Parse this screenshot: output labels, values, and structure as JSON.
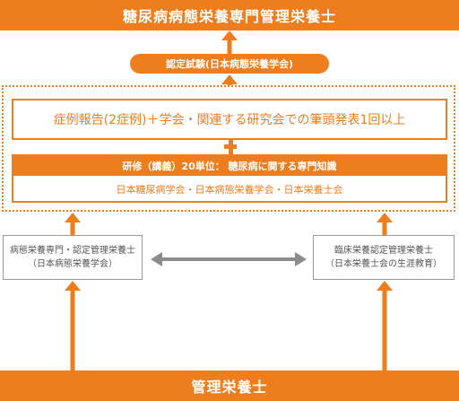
{
  "top_title": "糖尿病病態栄養専門管理栄養士",
  "certification_exam": "認定試験(日本病態栄養学会)",
  "requirement_publication": "症例報告(2症例)＋学会・関連する研究会での筆頭発表1回以上",
  "training": {
    "heading": "研修（講義）20単位： 糖尿病に関する専門知識",
    "organizations": "日本糖尿病学会・日本病態栄養学会・日本栄養士会"
  },
  "left_box": {
    "line1": "病態栄養専門・認定管理栄養士",
    "line2": "（日本病態栄養学会）"
  },
  "right_box": {
    "line1": "臨床栄養認定管理栄養士",
    "line2": "（日本栄養士会の生涯教育）"
  },
  "bottom_title": "管理栄養士",
  "colors": {
    "accent": "#ee7d1d",
    "gray_arrow": "#8c8c8c"
  }
}
